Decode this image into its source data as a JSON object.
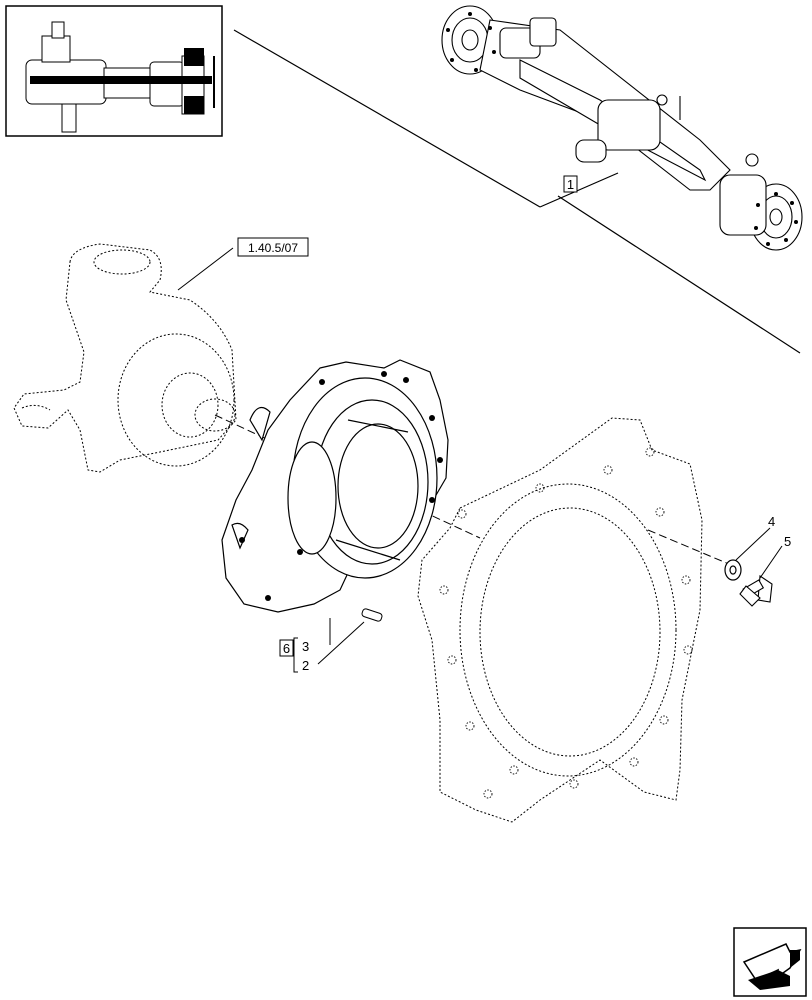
{
  "diagram": {
    "reference_labels": {
      "assembly": "1",
      "knuckle_ref": "1.40.5/07",
      "kit": "6"
    },
    "item_callouts": {
      "washer": "4",
      "bolt": "5",
      "dowel_a": "3",
      "dowel_b": "2"
    },
    "icons": {
      "thumbnail": "axle-thumbnail-icon",
      "assembly": "axle-assembly-icon",
      "nav": "next-page-arrow-icon"
    }
  }
}
